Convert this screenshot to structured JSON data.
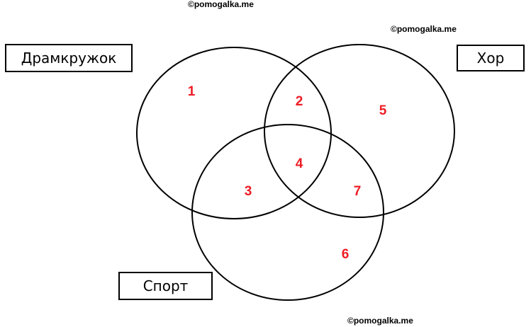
{
  "watermarks": [
    "©pomogalka.me",
    "©pomogalka.me",
    "©pomogalka.me"
  ],
  "sets": {
    "drama": "Драмкружок",
    "choir": "Хор",
    "sport": "Спорт"
  },
  "regions": [
    "1",
    "2",
    "3",
    "4",
    "5",
    "6",
    "7"
  ],
  "colors": {
    "region_number": "#ee1c25",
    "circle_stroke": "#000000"
  }
}
